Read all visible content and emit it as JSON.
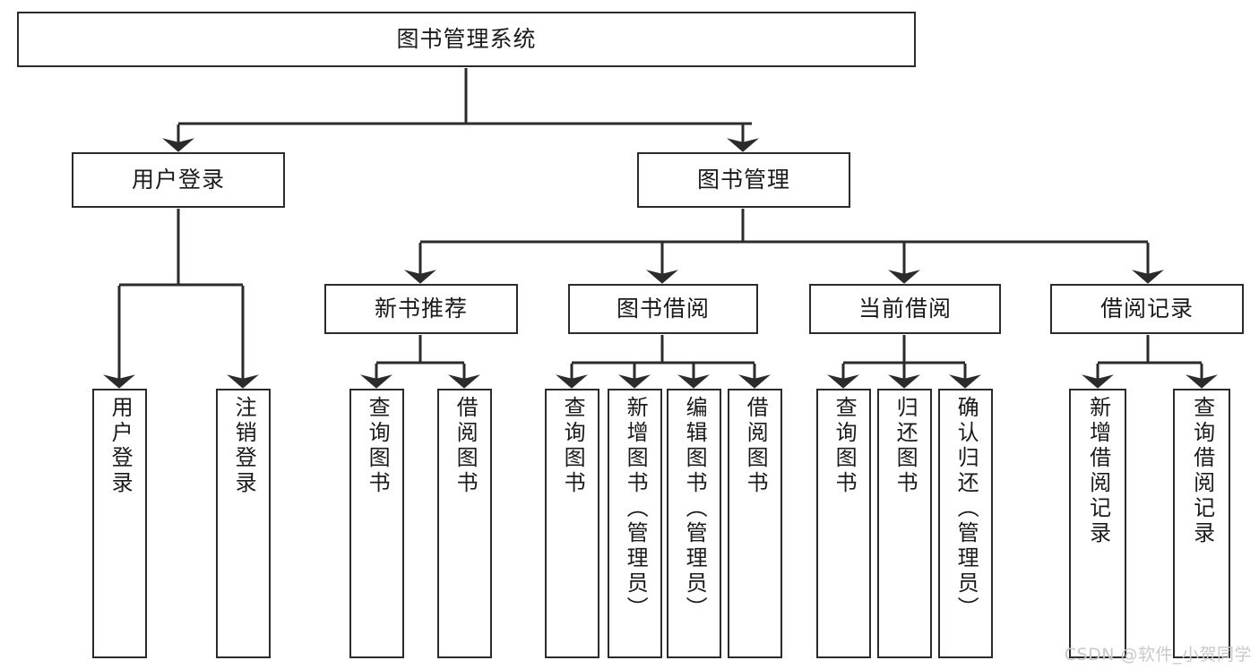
{
  "diagram": {
    "title": "图书管理系统",
    "type": "tree-hierarchy-chart",
    "colors": {
      "box_border": "#2b2b2b",
      "box_fill": "#ffffff",
      "connector": "#2b2b2b",
      "background": "#ffffff",
      "watermark": "#c9c9c9"
    },
    "watermark": "CSDN @软件_小贺同学",
    "root": {
      "label": "图书管理系统"
    },
    "level2": [
      {
        "label": "用户登录"
      },
      {
        "label": "图书管理"
      }
    ],
    "level3": [
      {
        "label": "新书推荐"
      },
      {
        "label": "图书借阅"
      },
      {
        "label": "当前借阅"
      },
      {
        "label": "借阅记录"
      }
    ],
    "leaves": {
      "user_login": [
        {
          "label": "用户登录"
        },
        {
          "label": "注销登录"
        }
      ],
      "new_book_recommend": [
        {
          "label": "查询图书"
        },
        {
          "label": "借阅图书"
        }
      ],
      "book_borrow": [
        {
          "label": "查询图书"
        },
        {
          "label": "新增图书（管理员）"
        },
        {
          "label": "编辑图书（管理员）"
        },
        {
          "label": "借阅图书"
        }
      ],
      "current_borrow": [
        {
          "label": "查询图书"
        },
        {
          "label": "归还图书"
        },
        {
          "label": "确认归还（管理员）"
        }
      ],
      "borrow_records": [
        {
          "label": "新增借阅记录"
        },
        {
          "label": "查询借阅记录"
        }
      ]
    }
  }
}
